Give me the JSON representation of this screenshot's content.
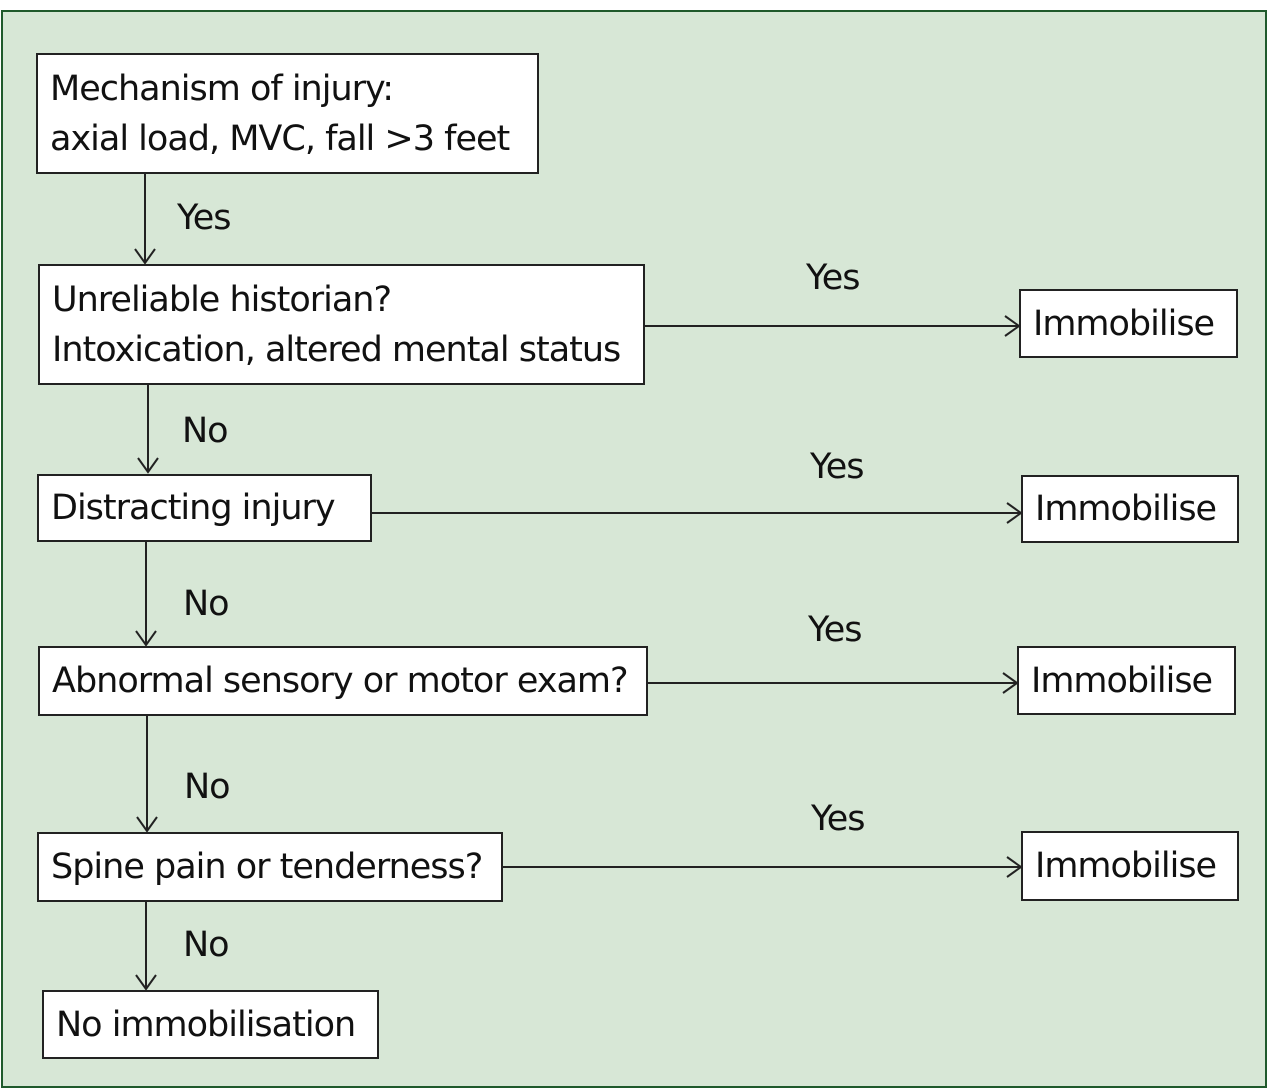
{
  "nodes": {
    "mechanism": {
      "line1": "Mechanism of injury:",
      "line2": "axial load, MVC, fall >3 feet"
    },
    "historian": {
      "line1": "Unreliable historian?",
      "line2": "Intoxication, altered mental status"
    },
    "distracting": {
      "text": "Distracting injury"
    },
    "exam": {
      "text": "Abnormal sensory or motor exam?"
    },
    "spine": {
      "text": "Spine pain or tenderness?"
    },
    "none": {
      "text": "No immobilisation"
    },
    "immobilise1": {
      "text": "Immobilise"
    },
    "immobilise2": {
      "text": "Immobilise"
    },
    "immobilise3": {
      "text": "Immobilise"
    },
    "immobilise4": {
      "text": "Immobilise"
    }
  },
  "edge_labels": {
    "mech_to_hist": "Yes",
    "hist_to_imm": "Yes",
    "hist_to_dist": "No",
    "dist_to_imm": "Yes",
    "dist_to_exam": "No",
    "exam_to_imm": "Yes",
    "exam_to_spine": "No",
    "spine_to_imm": "Yes",
    "spine_to_none": "No"
  }
}
